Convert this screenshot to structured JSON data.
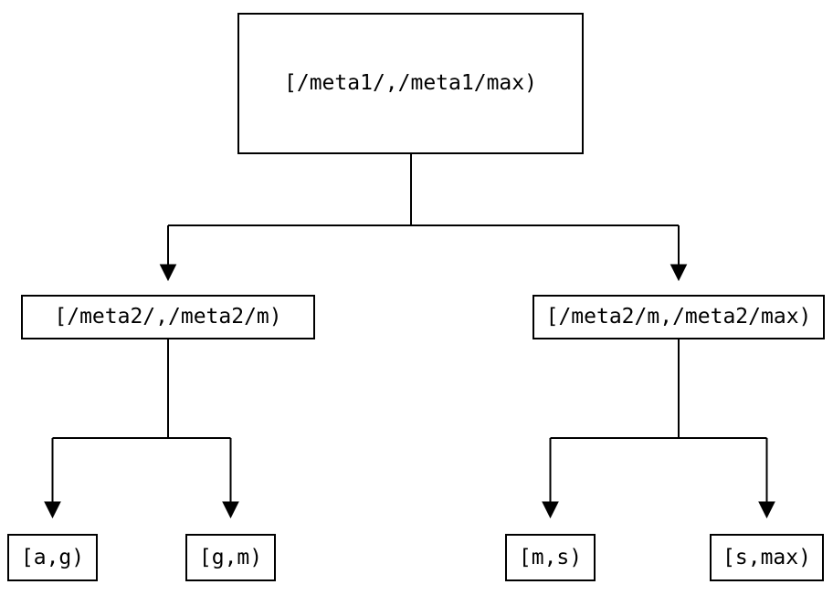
{
  "diagram": {
    "type": "binary-interval-tree",
    "root": {
      "label": "[/meta1/,/meta1/max)"
    },
    "level2": [
      {
        "label": "[/meta2/,/meta2/m)"
      },
      {
        "label": "[/meta2/m,/meta2/max)"
      }
    ],
    "leaves": [
      {
        "label": "[a,g)"
      },
      {
        "label": "[g,m)"
      },
      {
        "label": "[m,s)"
      },
      {
        "label": "[s,max)"
      }
    ],
    "icons": {
      "arrowhead_down": "filled-triangle-down ▼"
    },
    "colors": {
      "background": "#ffffff",
      "line": "#000000",
      "box_border": "#000000",
      "text": "#000000"
    }
  }
}
